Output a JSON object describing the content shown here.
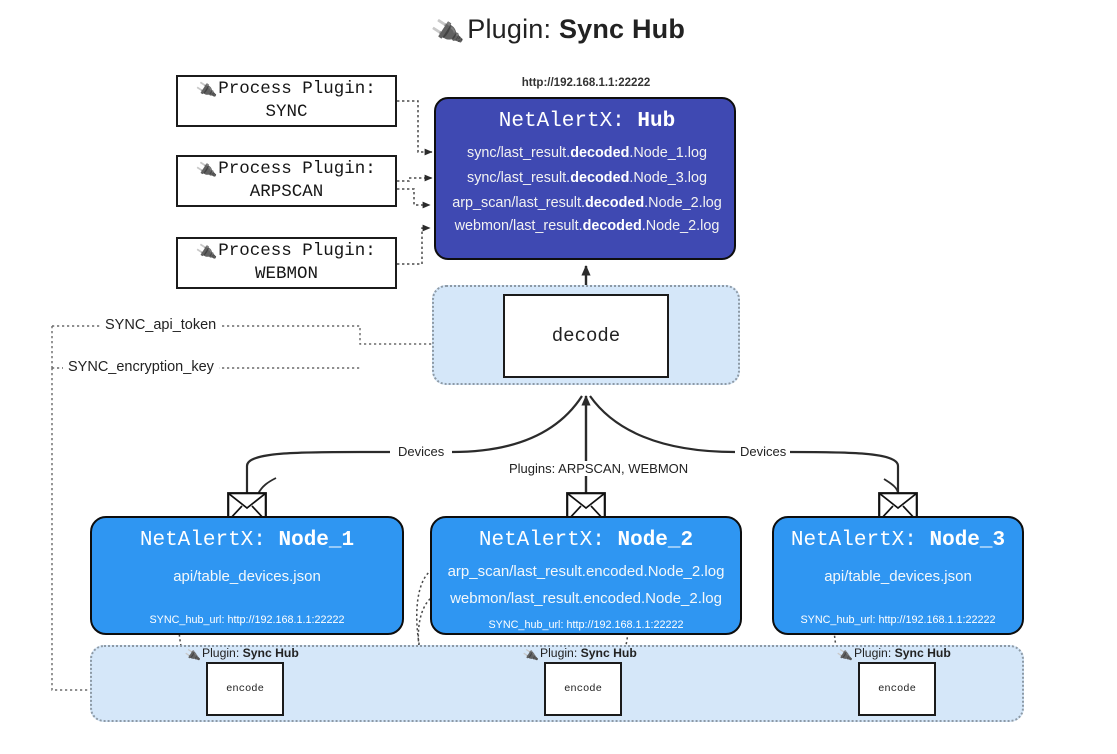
{
  "title": {
    "icon": "plug-icon",
    "prefix": "Plugin:",
    "name": "Sync Hub"
  },
  "process_plugins": [
    {
      "label": "Process Plugin:",
      "name": "SYNC",
      "icon": "plug-icon"
    },
    {
      "label": "Process Plugin:",
      "name": "ARPSCAN",
      "icon": "plug-icon"
    },
    {
      "label": "Process Plugin:",
      "name": "WEBMON",
      "icon": "plug-icon"
    }
  ],
  "hub": {
    "url": "http://192.168.1.1:22222",
    "app": "NetAlertX:",
    "name": "Hub",
    "lines": [
      {
        "pre": "sync/last_result.",
        "mid": "decoded",
        "post": ".Node_1.log"
      },
      {
        "pre": "sync/last_result.",
        "mid": "decoded",
        "post": ".Node_3.log"
      },
      {
        "pre": "arp_scan/last_result.",
        "mid": "decoded",
        "post": ".Node_2.log"
      },
      {
        "pre": "webmon/last_result.",
        "mid": "decoded",
        "post": ".Node_2.log"
      }
    ],
    "color": "#3f49b2"
  },
  "decode": {
    "label": "decode"
  },
  "tokens": {
    "api_token": "SYNC_api_token",
    "encryption_key": "SYNC_encryption_key"
  },
  "edges": {
    "devices_left": "Devices",
    "devices_right": "Devices",
    "plugins_center": "Plugins: ARPSCAN, WEBMON"
  },
  "nodes": [
    {
      "app": "NetAlertX:",
      "name": "Node_1",
      "lines": [
        "api/table_devices.json"
      ],
      "url_label": "SYNC_hub_url:",
      "url": "http://192.168.1.1:22222",
      "plugin_prefix": "Plugin:",
      "plugin_name": "Sync Hub",
      "encode_label": "encode",
      "icon": "envelope-icon"
    },
    {
      "app": "NetAlertX:",
      "name": "Node_2",
      "lines": [
        "arp_scan/last_result.encoded.Node_2.log",
        "webmon/last_result.encoded.Node_2.log"
      ],
      "url_label": "SYNC_hub_url:",
      "url": "http://192.168.1.1:22222",
      "plugin_prefix": "Plugin:",
      "plugin_name": "Sync Hub",
      "encode_label": "encode",
      "icon": "envelope-icon"
    },
    {
      "app": "NetAlertX:",
      "name": "Node_3",
      "lines": [
        "api/table_devices.json"
      ],
      "url_label": "SYNC_hub_url:",
      "url": "http://192.168.1.1:22222",
      "plugin_prefix": "Plugin:",
      "plugin_name": "Sync Hub",
      "encode_label": "encode",
      "icon": "envelope-icon"
    }
  ],
  "colors": {
    "hub_fill": "#3f49b2",
    "node_fill": "#2f96f2",
    "band_fill": "#d5e7f9",
    "stroke": "#1b1b1b"
  }
}
